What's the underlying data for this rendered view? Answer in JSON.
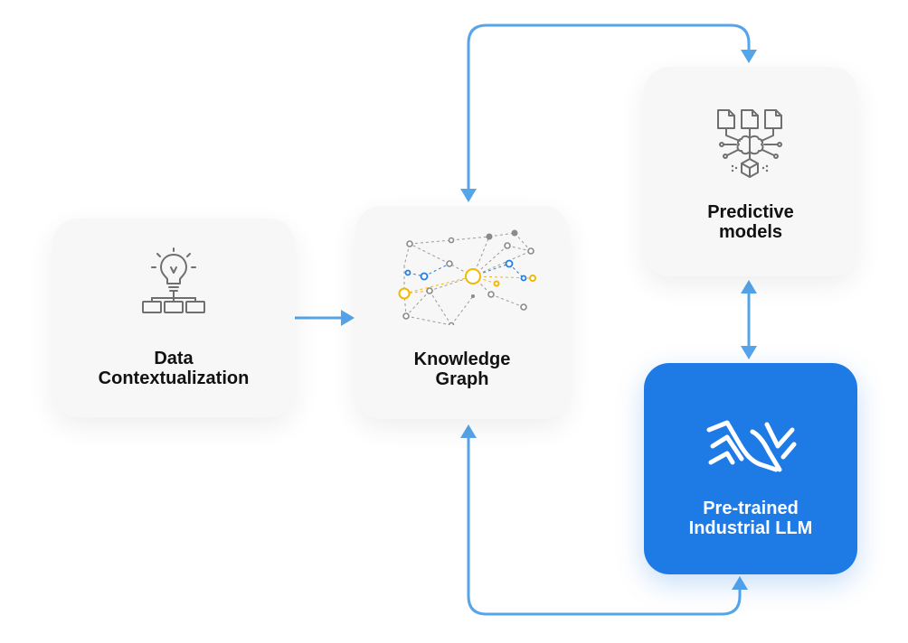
{
  "colors": {
    "card_bg": "#f7f7f7",
    "primary_card_bg": "#1e7be6",
    "connector": "#56a4ea",
    "icon_gray": "#6f6f6f",
    "node_blue": "#1f7fe0",
    "node_yellow": "#f2b800"
  },
  "nodes": {
    "data_contextualization": {
      "label_lines": [
        "Data",
        "Contextualization"
      ],
      "icon": "lightbulb-hierarchy-icon"
    },
    "knowledge_graph": {
      "label_lines": [
        "Knowledge",
        "Graph"
      ],
      "icon": "network-graph-icon"
    },
    "predictive_models": {
      "label_lines": [
        "Predictive",
        "models"
      ],
      "icon": "documents-brain-cube-icon"
    },
    "industrial_llm": {
      "label_lines": [
        "Pre-trained",
        "Industrial LLM"
      ],
      "icon": "llm-logo-icon"
    }
  },
  "edges": [
    {
      "from": "data_contextualization",
      "to": "knowledge_graph",
      "direction": "forward"
    },
    {
      "from": "knowledge_graph",
      "to": "predictive_models",
      "direction": "both"
    },
    {
      "from": "predictive_models",
      "to": "industrial_llm",
      "direction": "both"
    },
    {
      "from": "industrial_llm",
      "to": "knowledge_graph",
      "direction": "both"
    }
  ]
}
